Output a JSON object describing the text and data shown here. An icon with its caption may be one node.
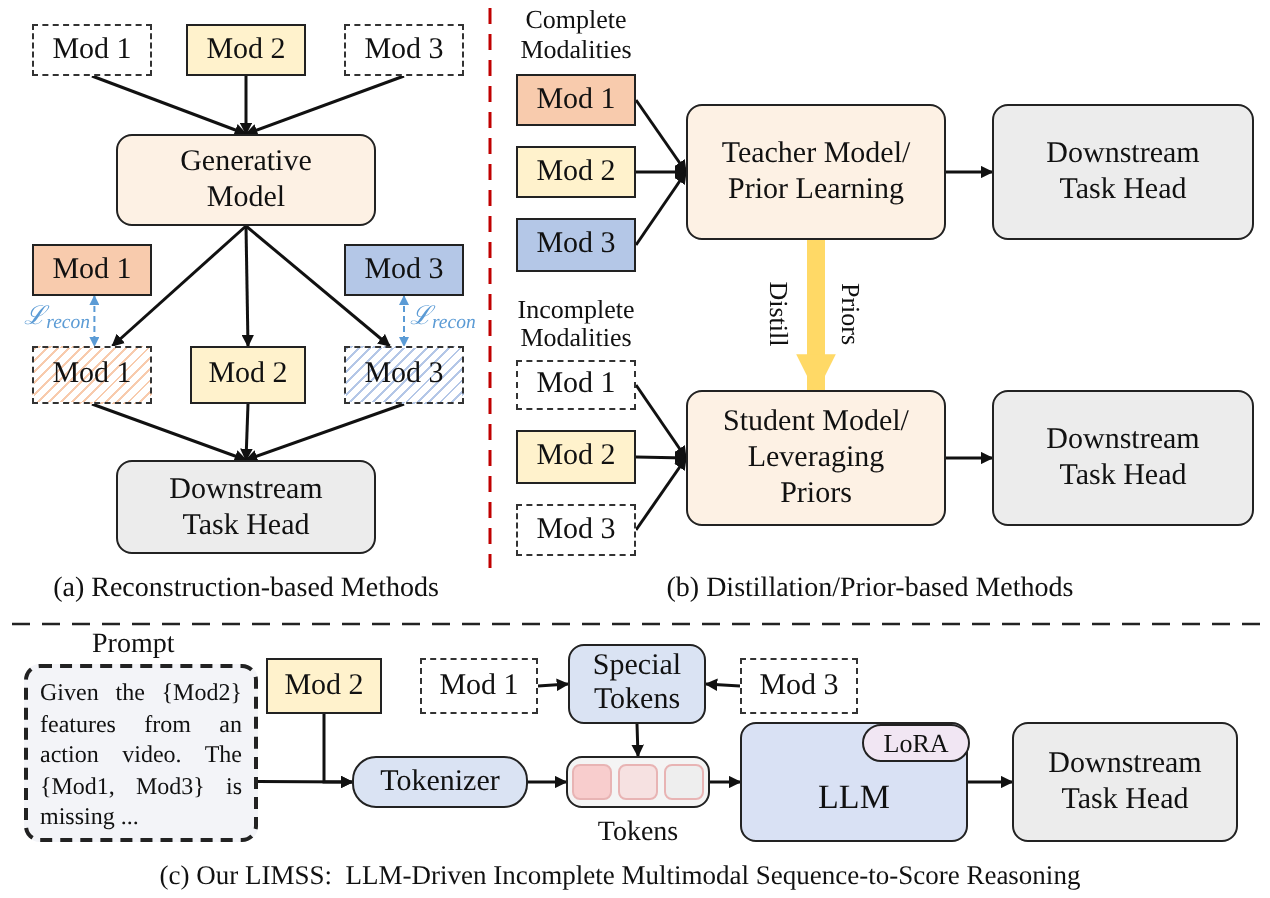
{
  "diagram": {
    "nodes": [
      {
        "text": [
          "Mod 1"
        ]
      },
      {
        "text": [
          "Mod 2"
        ]
      },
      {
        "text": [
          "Mod 3"
        ]
      },
      {
        "text": [
          "Generative Model"
        ]
      },
      {
        "text": [
          "Mod 1"
        ]
      },
      {
        "text": [
          "Mod 3"
        ]
      },
      {
        "text": [
          "Mod 1"
        ]
      },
      {
        "text": [
          "Mod 2"
        ]
      },
      {
        "text": [
          "Mod 3"
        ]
      },
      {
        "text": [
          "Downstream Task Head"
        ]
      },
      {
        "text": [
          "Mod 1"
        ]
      },
      {
        "text": [
          "Mod 2"
        ]
      },
      {
        "text": [
          "Mod 3"
        ]
      },
      {
        "text": [
          "Teacher Model/ Prior Learning"
        ]
      },
      {
        "text": [
          "Downstream Task Head"
        ]
      },
      {
        "text": [
          "Mod 1"
        ]
      },
      {
        "text": [
          "Mod 2"
        ]
      },
      {
        "text": [
          "Mod 3"
        ]
      },
      {
        "text": [
          "Student Model/ Leveraging Priors"
        ]
      },
      {
        "text": [
          "Downstream Task Head"
        ]
      },
      {
        "text": [
          "Prompt",
          "Given the {Mod2} features from an action video. The {Mod1, Mod3} is missing ..."
        ]
      },
      {
        "text": [
          "Mod 2"
        ]
      },
      {
        "text": [
          "Tokenizer"
        ]
      },
      {
        "text": [
          "Mod 1"
        ]
      },
      {
        "text": [
          "Special Tokens"
        ]
      },
      {
        "text": [
          "Mod 3"
        ]
      },
      {
        "text": [],
        "shape": "box",
        "beside": [
          "Tokens"
        ]
      },
      {
        "text": [
          "LLM"
        ]
      },
      {
        "text": [
          "LoRA"
        ],
        "in": 27
      },
      {
        "text": [
          "Downstream Task Head"
        ]
      }
    ],
    "edges": [
      {
        "from": 0,
        "to": 3,
        "arrow": "to"
      },
      {
        "from": 1,
        "to": 3,
        "arrow": "to"
      },
      {
        "from": 2,
        "to": 3,
        "arrow": "to"
      },
      {
        "from": 3,
        "to": 6,
        "arrow": "to"
      },
      {
        "from": 3,
        "to": 7,
        "arrow": "to"
      },
      {
        "from": 3,
        "to": 8,
        "arrow": "to"
      },
      {
        "from": 4,
        "to": 6,
        "arrow": "both",
        "style": "dashed",
        "color": "#5b9bd5",
        "label": "ℒ$_{recon}$"
      },
      {
        "from": 5,
        "to": 8,
        "arrow": "both",
        "style": "dashed",
        "color": "#5b9bd5",
        "label": "ℒ$_{recon}$"
      },
      {
        "from": 6,
        "to": 9,
        "arrow": "to"
      },
      {
        "from": 7,
        "to": 9,
        "arrow": "to"
      },
      {
        "from": 8,
        "to": 9,
        "arrow": "to"
      },
      {
        "from": 10,
        "to": 13,
        "arrow": "to"
      },
      {
        "from": 11,
        "to": 13,
        "arrow": "to"
      },
      {
        "from": 12,
        "to": 13,
        "arrow": "to"
      },
      {
        "from": 13,
        "to": 14,
        "arrow": "to"
      },
      {
        "from": 13,
        "to": 18,
        "arrow": "to",
        "style": "thick",
        "color": "#ffd966"
      },
      {
        "from": 15,
        "to": 18,
        "arrow": "to"
      },
      {
        "from": 16,
        "to": 18,
        "arrow": "to"
      },
      {
        "from": 17,
        "to": 18,
        "arrow": "to"
      },
      {
        "from": 18,
        "to": 19,
        "arrow": "to"
      },
      {
        "from": 20,
        "to": 22,
        "arrow": "to"
      },
      {
        "from": 21,
        "to": 22,
        "arrow": "to"
      },
      {
        "from": 23,
        "to": 24,
        "arrow": "to"
      },
      {
        "from": 25,
        "to": 24,
        "arrow": "to"
      },
      {
        "from": 24,
        "to": 26,
        "arrow": "to"
      },
      {
        "from": 22,
        "to": 26,
        "arrow": "to"
      },
      {
        "from": 26,
        "to": 27,
        "arrow": "to"
      },
      {
        "from": 27,
        "to": 29,
        "arrow": "to"
      }
    ],
    "labels": [
      "Complete Modalities",
      "Distill",
      "Priors",
      "Incomplete Modalities",
      "(a) Reconstruction-based Methods",
      "(b) Distillation/Prior-based Methods",
      "(c) Our LIMSS:  LLM-Driven Incomplete Multimodal Sequence-to-Score Reasoning"
    ]
  }
}
